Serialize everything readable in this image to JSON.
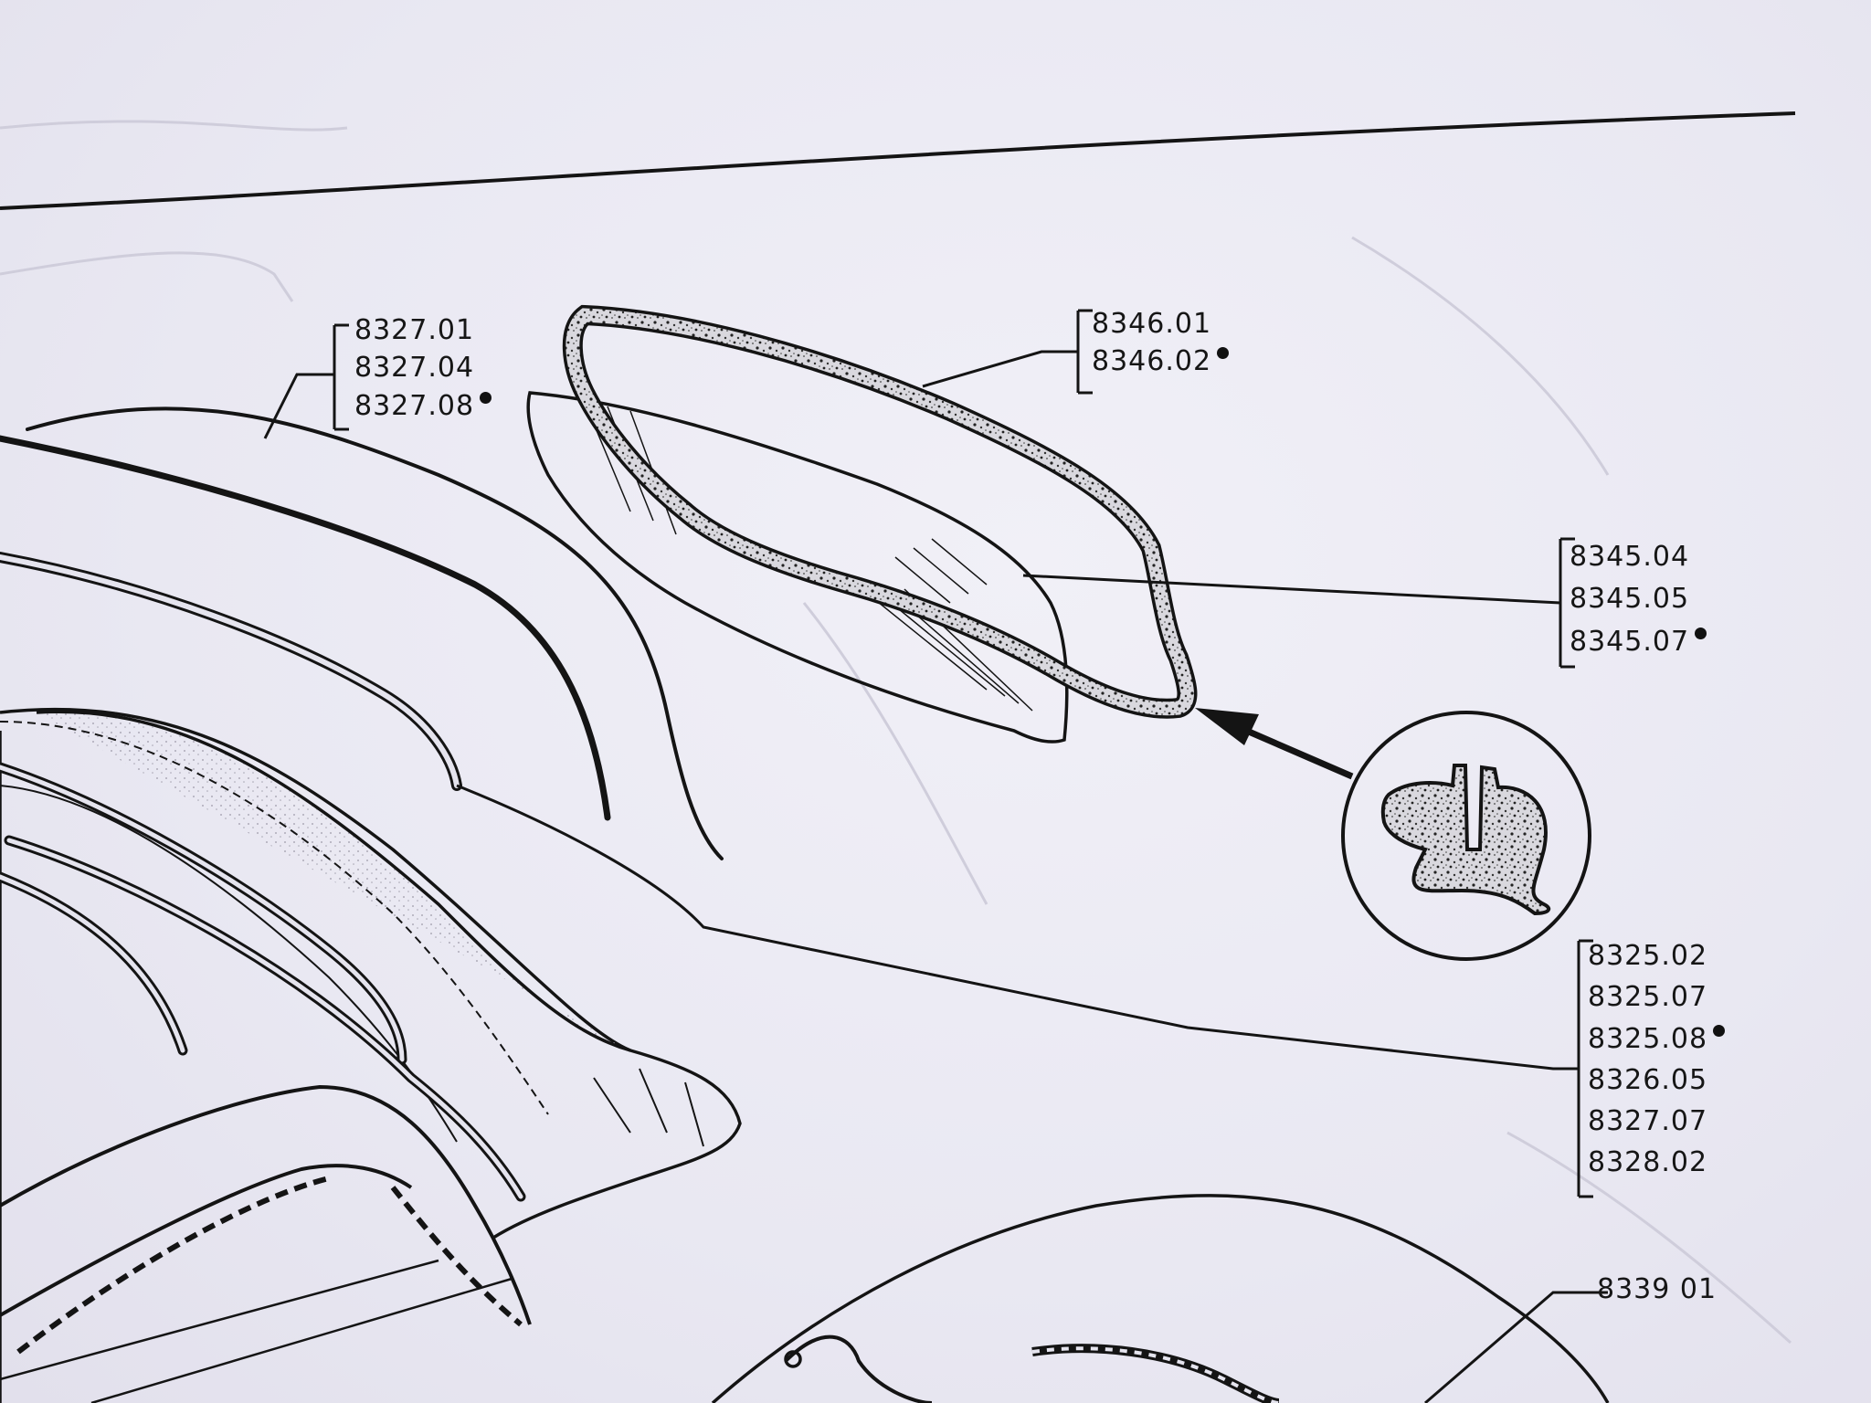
{
  "callouts": {
    "c8327": {
      "lines": [
        "8327.01",
        "8327.04",
        "8327.08"
      ],
      "dot_line": 2
    },
    "c8346": {
      "lines": [
        "8346.01",
        "8346.02"
      ],
      "dot_line": 1
    },
    "c8345": {
      "lines": [
        "8345.04",
        "8345.05",
        "8345.07"
      ],
      "dot_line": 2
    },
    "c8325": {
      "lines": [
        "8325.02",
        "8325.07",
        "8325.08",
        "8326.05",
        "8327.07",
        "8328.02"
      ],
      "dot_line": 2
    },
    "c8339": {
      "lines": [
        "8339 01"
      ],
      "dot_line": -1
    }
  },
  "parts": {
    "rear_window_seal": "8346",
    "rear_window_glass": "8345",
    "roof_bows": "8327",
    "soft_top_cover": "8325",
    "hood_frame": "8339",
    "seal_section_detail": "seal-cross-section"
  },
  "colors": {
    "ink": "#141414",
    "paper": "#ecebf3"
  }
}
